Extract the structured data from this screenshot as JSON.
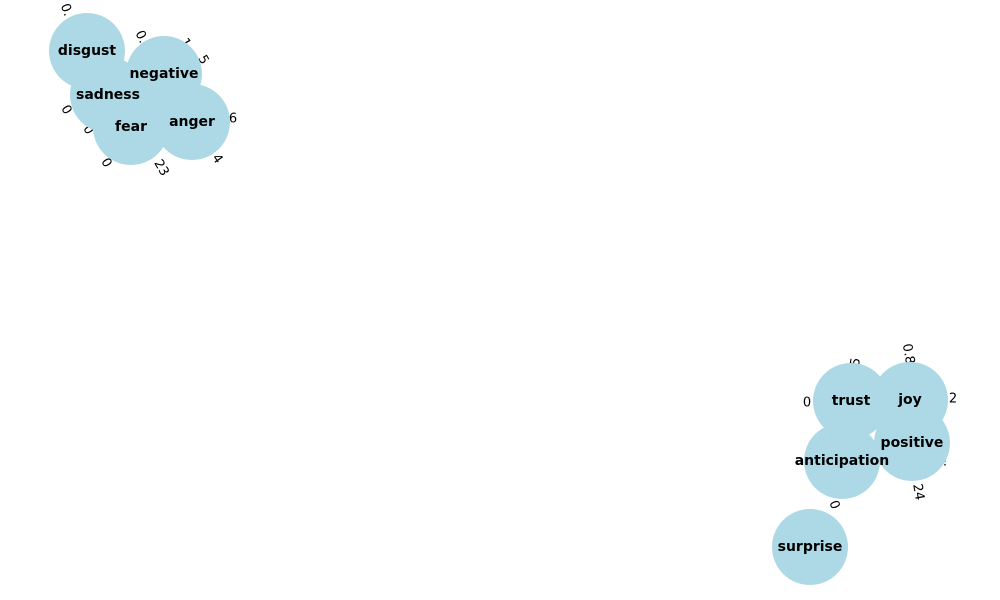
{
  "graph": {
    "node_color": "#add8e6",
    "nodes": [
      {
        "id": "disgust",
        "label": "disgust"
      },
      {
        "id": "negative",
        "label": "negative"
      },
      {
        "id": "sadness",
        "label": "sadness"
      },
      {
        "id": "anger",
        "label": "anger"
      },
      {
        "id": "fear",
        "label": "fear"
      },
      {
        "id": "trust",
        "label": "trust"
      },
      {
        "id": "joy",
        "label": "joy"
      },
      {
        "id": "positive",
        "label": "positive"
      },
      {
        "id": "anticipation",
        "label": "anticipation"
      },
      {
        "id": "surprise",
        "label": "surprise"
      }
    ],
    "edge_labels": [
      {
        "text": "0.",
        "rotate": 70
      },
      {
        "text": "0.",
        "rotate": 65
      },
      {
        "text": "1",
        "rotate": 60
      },
      {
        "text": "5",
        "rotate": 60
      },
      {
        "text": "0",
        "rotate": 60
      },
      {
        "text": "0",
        "rotate": 60
      },
      {
        "text": "6",
        "rotate": 0
      },
      {
        "text": "4",
        "rotate": 55
      },
      {
        "text": "0",
        "rotate": 60
      },
      {
        "text": "23",
        "rotate": 60
      },
      {
        "text": "5",
        "rotate": -80
      },
      {
        "text": "0.8",
        "rotate": 80
      },
      {
        "text": "0",
        "rotate": 0
      },
      {
        "text": "2",
        "rotate": 0
      },
      {
        "text": "24",
        "rotate": 80
      },
      {
        "text": "0",
        "rotate": 70
      },
      {
        "text": "!",
        "rotate": 0
      }
    ]
  }
}
